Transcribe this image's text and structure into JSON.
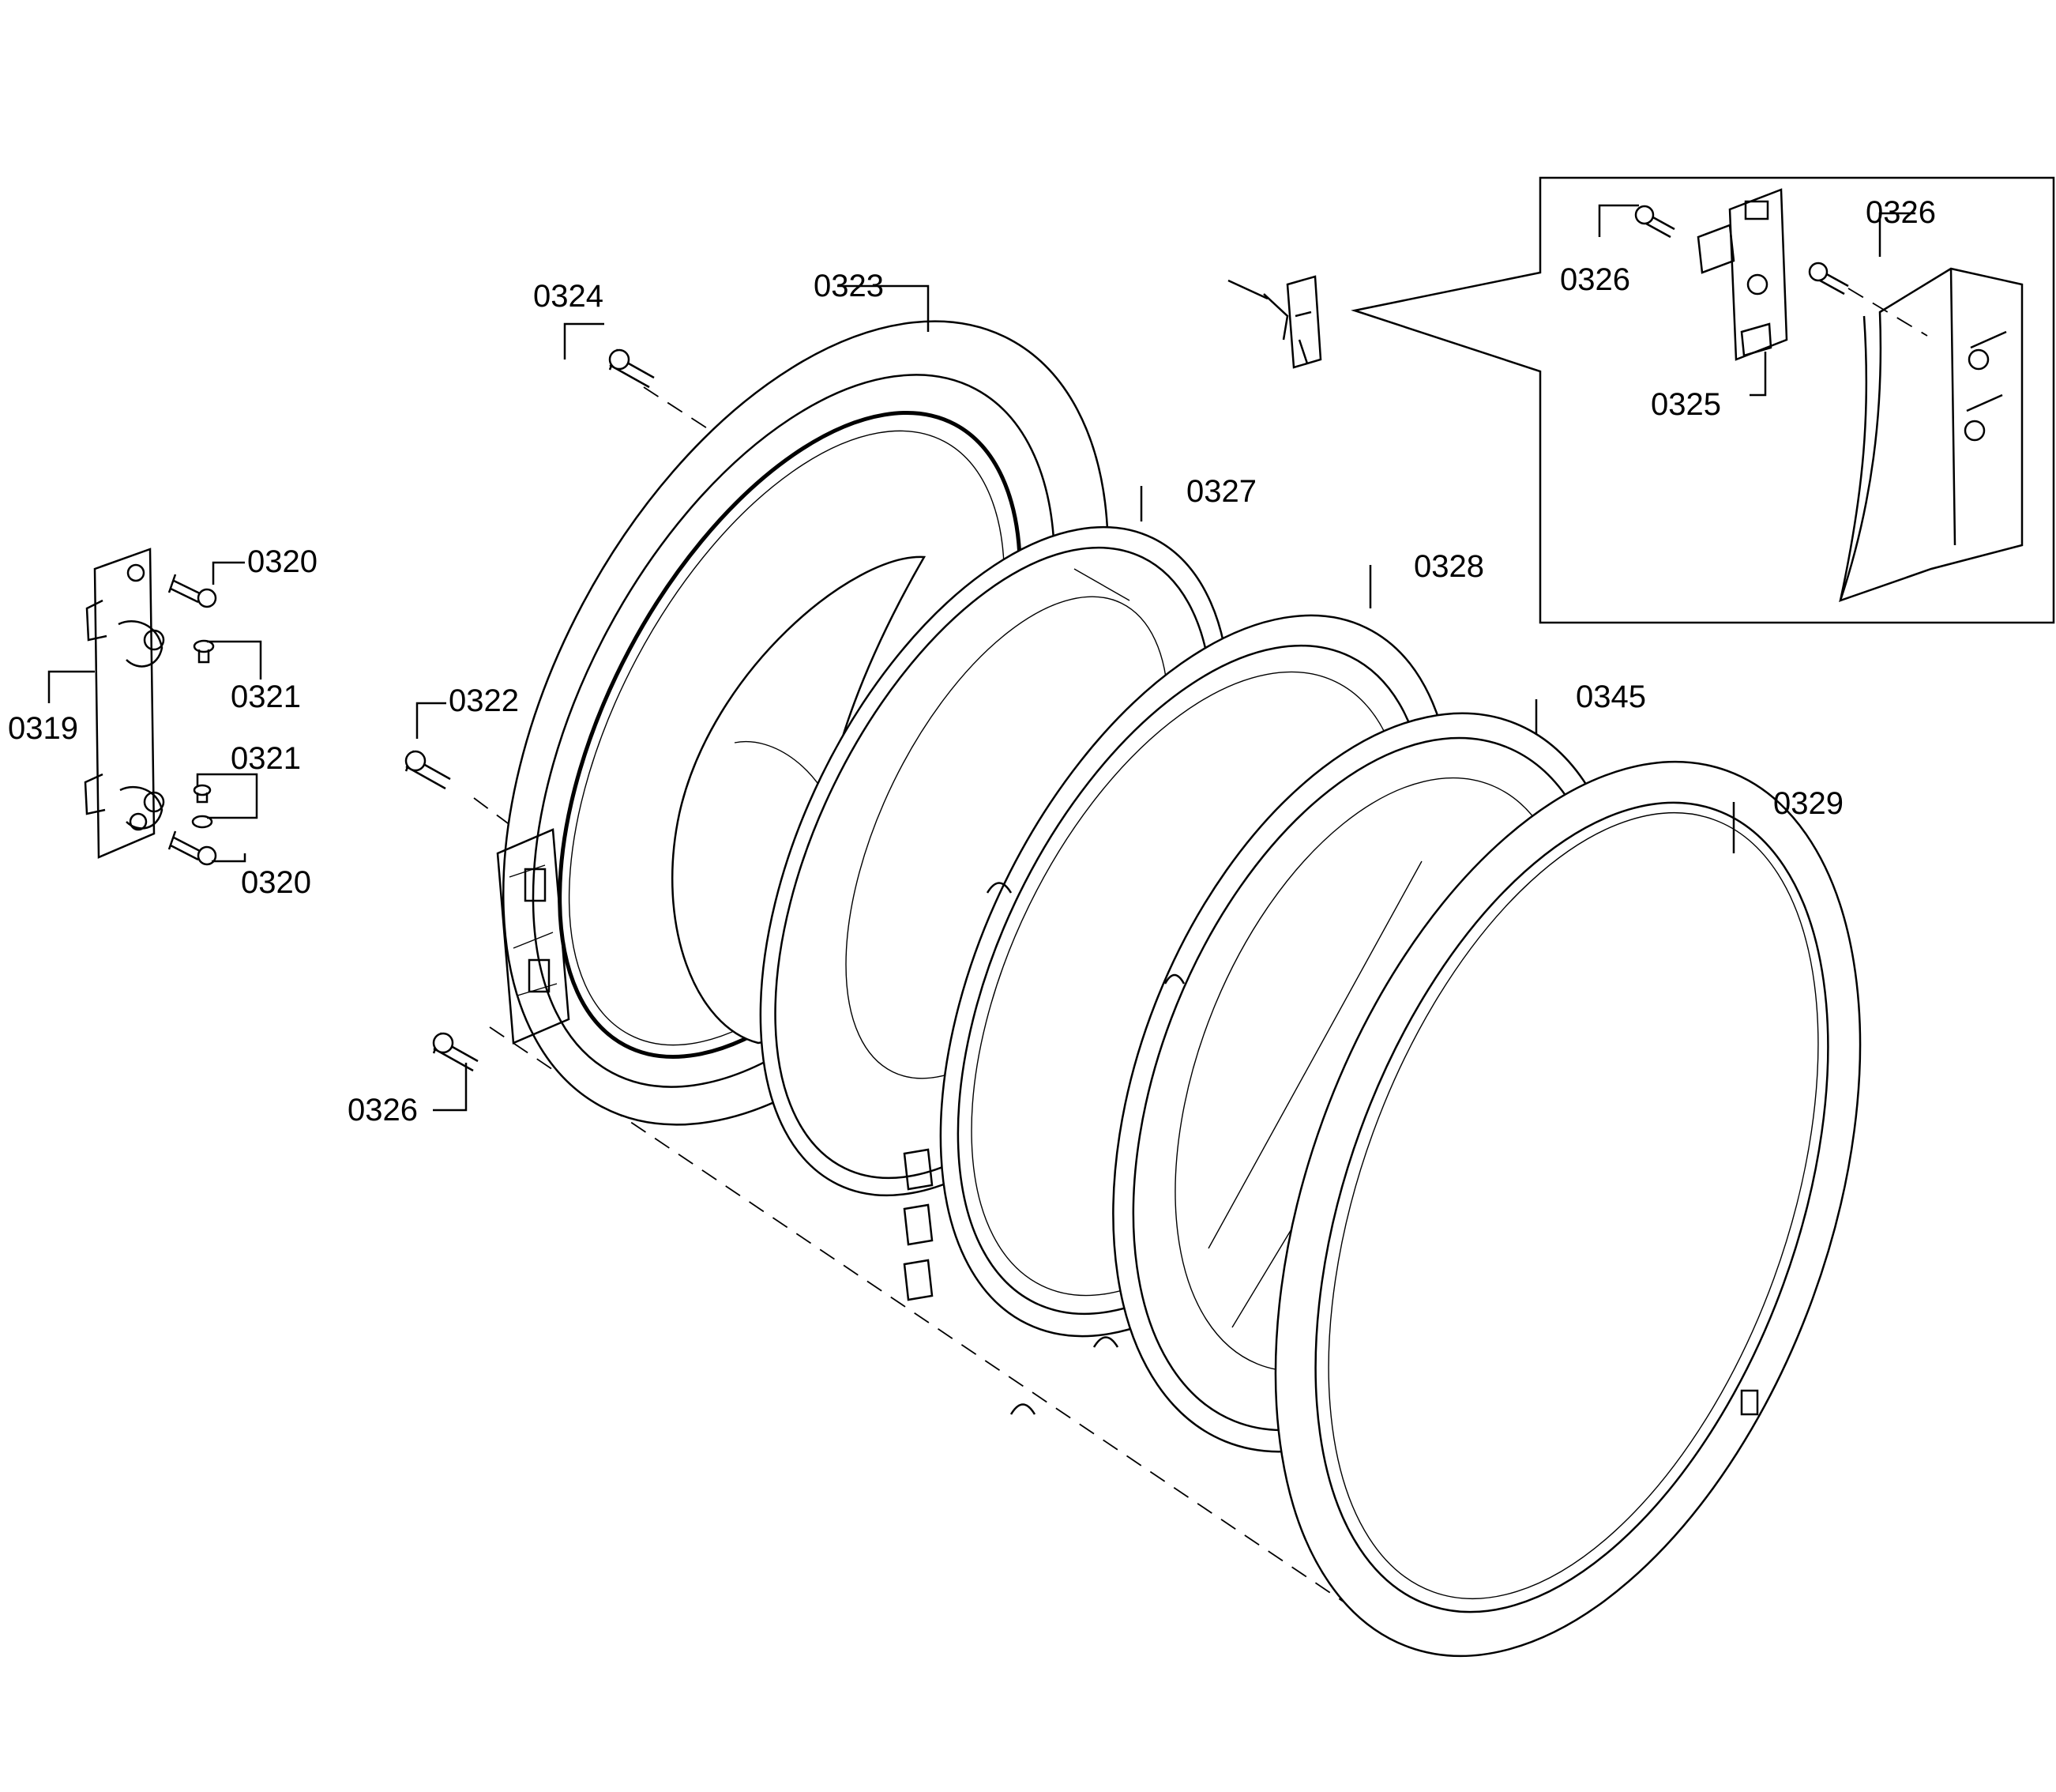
{
  "labels": {
    "l0319": "0319",
    "l0320a": "0320",
    "l0320b": "0320",
    "l0321a": "0321",
    "l0321b": "0321",
    "l0322": "0322",
    "l0323": "0323",
    "l0324": "0324",
    "l0325": "0325",
    "l0326a": "0326",
    "l0326b": "0326",
    "l0326c": "0326",
    "l0327": "0327",
    "l0328": "0328",
    "l0329": "0329",
    "l0345": "0345"
  }
}
